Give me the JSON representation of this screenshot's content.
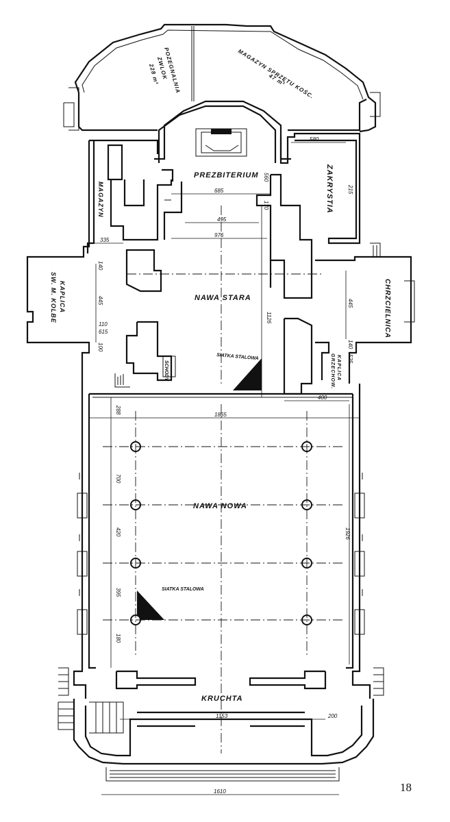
{
  "rooms": {
    "prezbiterium": "PREZBITERIUM",
    "zakrystia": "ZAKRYSTIA",
    "magazyn": "MAGAZYN",
    "nawa_stara": "NAWA STARA",
    "nawa_nowa": "NAWA NOWA",
    "kruchta": "KRUCHTA",
    "chrzcielnica": "CHRZCIELNICA",
    "kaplica_kolbe_1": "KAPLICA",
    "kaplica_kolbe_2": "SW. M. KOLBE",
    "kaplica_grzech_1": "KAPLICA",
    "kaplica_grzech_2": "GRZECHOW.",
    "pozegnalnia_1": "POZEGNALNIA",
    "pozegnalnia_2": "ZWLOK",
    "pozegnalnia_area": "228 m²",
    "magazyn_sprzetu": "MAGAZYN SPRZĘTU KOŚC.",
    "magazyn_sprzetu_area": "47 m²",
    "siatka_1": "SIATKA STALOWA",
    "siatka_2": "SIATKA STALOWA",
    "schody": "SCHODY"
  },
  "dimensions": {
    "d580": "580",
    "d685": "685",
    "d495": "495",
    "d976": "976",
    "d335": "335",
    "d1865": "1865",
    "d1153": "1153",
    "d200": "200",
    "d1610": "1610",
    "d400": "400",
    "d288": "288",
    "d700": "700",
    "d420": "420",
    "d395": "395",
    "d180": "180",
    "d1126": "1126",
    "d1926": "1926",
    "d140": "140",
    "d445": "445",
    "d110": "110",
    "d615": "615",
    "d525": "525",
    "d215": "215",
    "d170": "170",
    "d560": "560",
    "d100": "100"
  },
  "page_number": "18"
}
